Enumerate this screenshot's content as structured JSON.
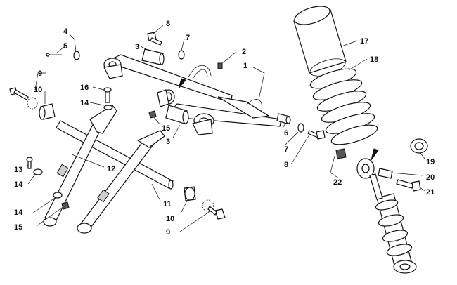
{
  "diagram": {
    "callouts": [
      "1",
      "2",
      "3",
      "3",
      "4",
      "5",
      "6",
      "7",
      "7",
      "8",
      "8",
      "9",
      "9",
      "10",
      "10",
      "11",
      "12",
      "13",
      "14",
      "14",
      "14",
      "15",
      "15",
      "16",
      "17",
      "18",
      "19",
      "20",
      "21",
      "22"
    ]
  }
}
